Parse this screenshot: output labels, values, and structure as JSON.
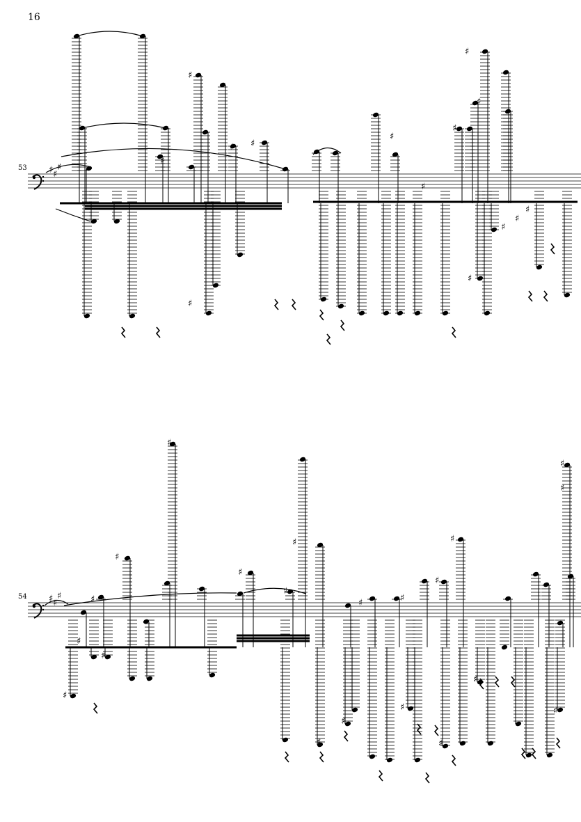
{
  "page": {
    "number": "16"
  },
  "systems": [
    {
      "measure_number": "53",
      "clef": "bass-clef",
      "key_signature": [
        "F#",
        "C#",
        "G#"
      ]
    },
    {
      "measure_number": "54",
      "clef": "bass-clef",
      "key_signature": [
        "F#",
        "C#",
        "G#"
      ]
    }
  ],
  "symbols": {
    "sharp": "♯",
    "natural": "♮",
    "rest": "𝄽"
  },
  "colors": {
    "ink": "#000000",
    "paper": "#ffffff"
  }
}
